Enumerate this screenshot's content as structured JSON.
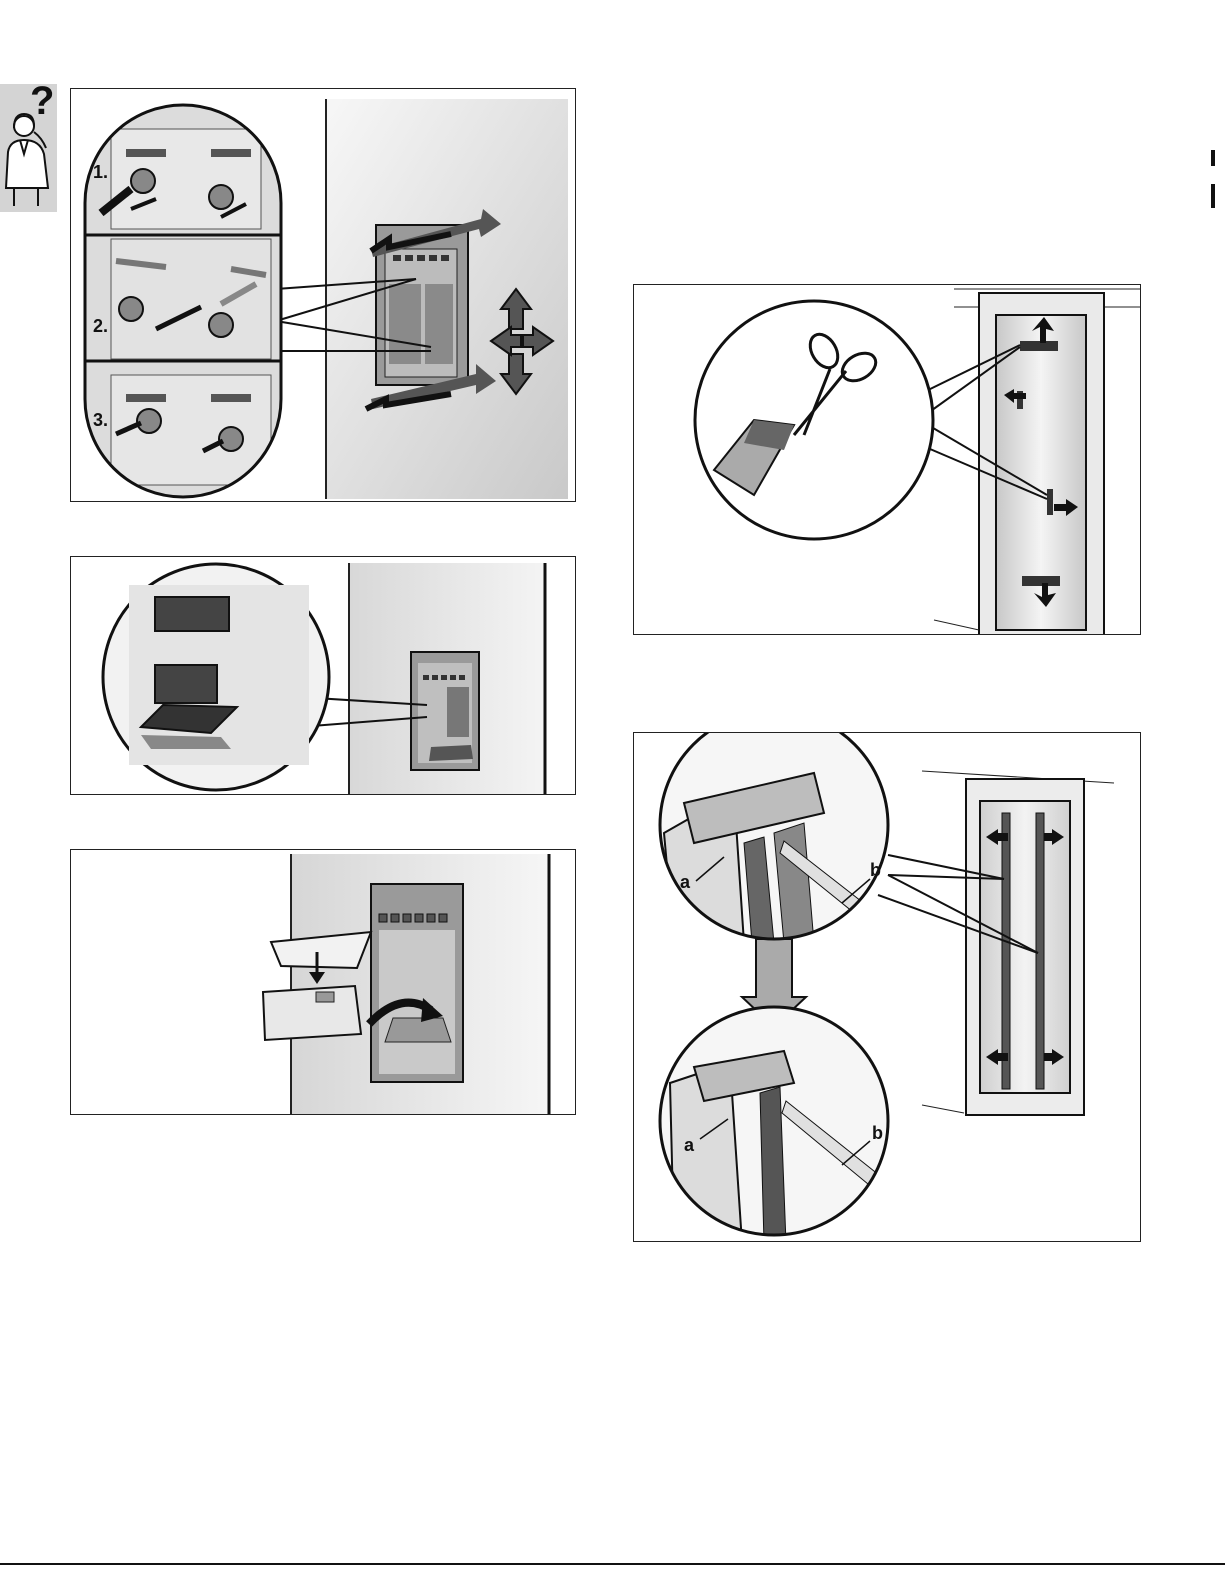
{
  "help_tab": {
    "icon": "question-person-icon",
    "symbol": "?"
  },
  "figures": {
    "hinge_adjustment": {
      "steps": [
        "1.",
        "2.",
        "3."
      ]
    },
    "seal_trim": {},
    "dispenser_shelf": {},
    "drip_tray": {},
    "seal_profile": {
      "callouts": [
        "a",
        "b",
        "a",
        "b"
      ]
    }
  }
}
